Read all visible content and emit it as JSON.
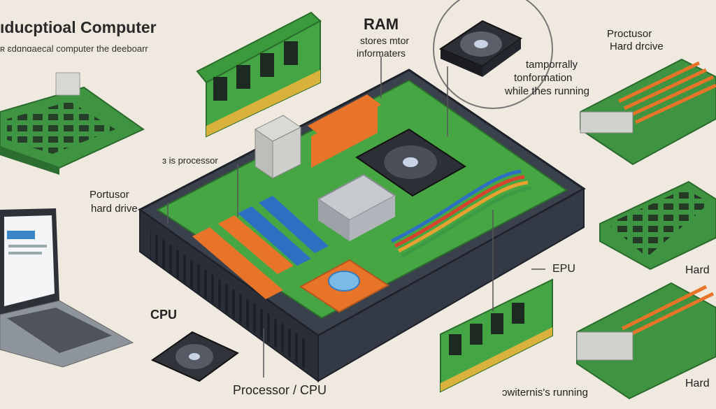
{
  "title": "ıducptioal Computer",
  "subtitle": "ʀ ɛdɑnɑaecal computer  the deeboarr",
  "labels": {
    "ram": "RAM",
    "ram_desc_1": "stores mtor",
    "ram_desc_2": "informaters",
    "temp_1": "tamporrally",
    "temp_2": "tonformation",
    "temp_3": "while thes running",
    "proc_hd_1": "Proctusor",
    "proc_hd_2": "Hard drcive",
    "is_processor": "ɜ is processor",
    "portusor_1": "Portusor",
    "portusor_2": "hard drive",
    "cpu": "CPU",
    "epu": "EPU",
    "hard_1": "Hard",
    "hard_2": "Hard",
    "processor_cpu": "Processor / CPU",
    "writers_running": "ɔwiternis's running"
  },
  "colors": {
    "background": "#efe9df",
    "board": "#3f9a3a",
    "case": "#2f3440",
    "orange": "#e8742a",
    "blue": "#2f6fc2",
    "red": "#d8432e"
  },
  "icons": [
    "fan-icon",
    "heatsink-icon",
    "ram-module-icon",
    "laptop-icon",
    "motherboard-icon"
  ]
}
